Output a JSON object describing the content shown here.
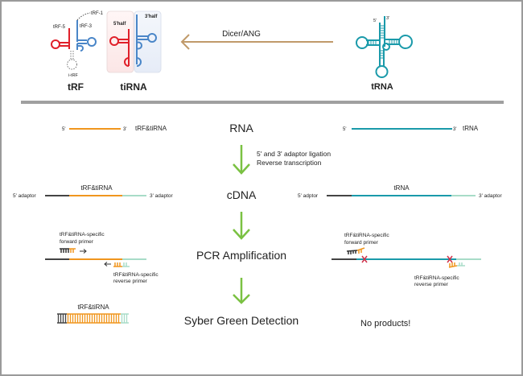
{
  "colors": {
    "frame": "#9a9a9a",
    "divider": "#a0a0a0",
    "trf_red": "#e0202a",
    "trf_blue": "#4a86c8",
    "trna_teal": "#1a9aaa",
    "dicer_arrow": "#c09a6a",
    "orange": "#f0961e",
    "adaptor_dark": "#444444",
    "adaptor_light": "#a8dcc8",
    "step_arrow": "#7ac142",
    "cross": "#d0304a"
  },
  "top": {
    "trf": {
      "title": "tRF",
      "labels": {
        "trf5": "tRF-5",
        "trf3": "tRF-3",
        "trf1": "tRF-1",
        "itrf": "i-tRF"
      }
    },
    "tirna": {
      "title": "tiRNA",
      "labels": {
        "half5": "5'half",
        "half3": "3'half"
      }
    },
    "dicer": {
      "label": "Dicer/ANG"
    },
    "trna": {
      "title": "tRNA",
      "end5": "5'",
      "end3": "3'"
    }
  },
  "workflow": {
    "steps": {
      "rna": "RNA",
      "ligation_line1": "5' and 3' adaptor ligation",
      "ligation_line2": "Reverse transcription",
      "cdna": "cDNA",
      "pcr": "PCR Amplification",
      "detection": "Syber Green Detection"
    },
    "left": {
      "rna_5": "5'",
      "rna_3": "3'",
      "rna_label": "tRF&tiRNA",
      "cdna_label": "tRF&tiRNA",
      "adaptor5": "5' adaptor",
      "adaptor3": "3' adaptor",
      "fwd_primer_line1": "tRF&tiRNA-specific",
      "fwd_primer_line2": "forward primer",
      "rev_primer_line1": "tRF&tiRNA-specific",
      "rev_primer_line2": "reverse primer",
      "product_label": "tRF&tiRNA"
    },
    "right": {
      "rna_5": "5'",
      "rna_3": "3'",
      "rna_label": "tRNA",
      "cdna_label": "tRNA",
      "adaptor5": "5' adptor",
      "adaptor3": "3' adaptor",
      "fwd_primer_line1": "tRF&tiRNA-specific",
      "fwd_primer_line2": "forward primer",
      "rev_primer_line1": "tRF&tiRNA-specific",
      "rev_primer_line2": "reverse primer",
      "result": "No products!"
    }
  }
}
